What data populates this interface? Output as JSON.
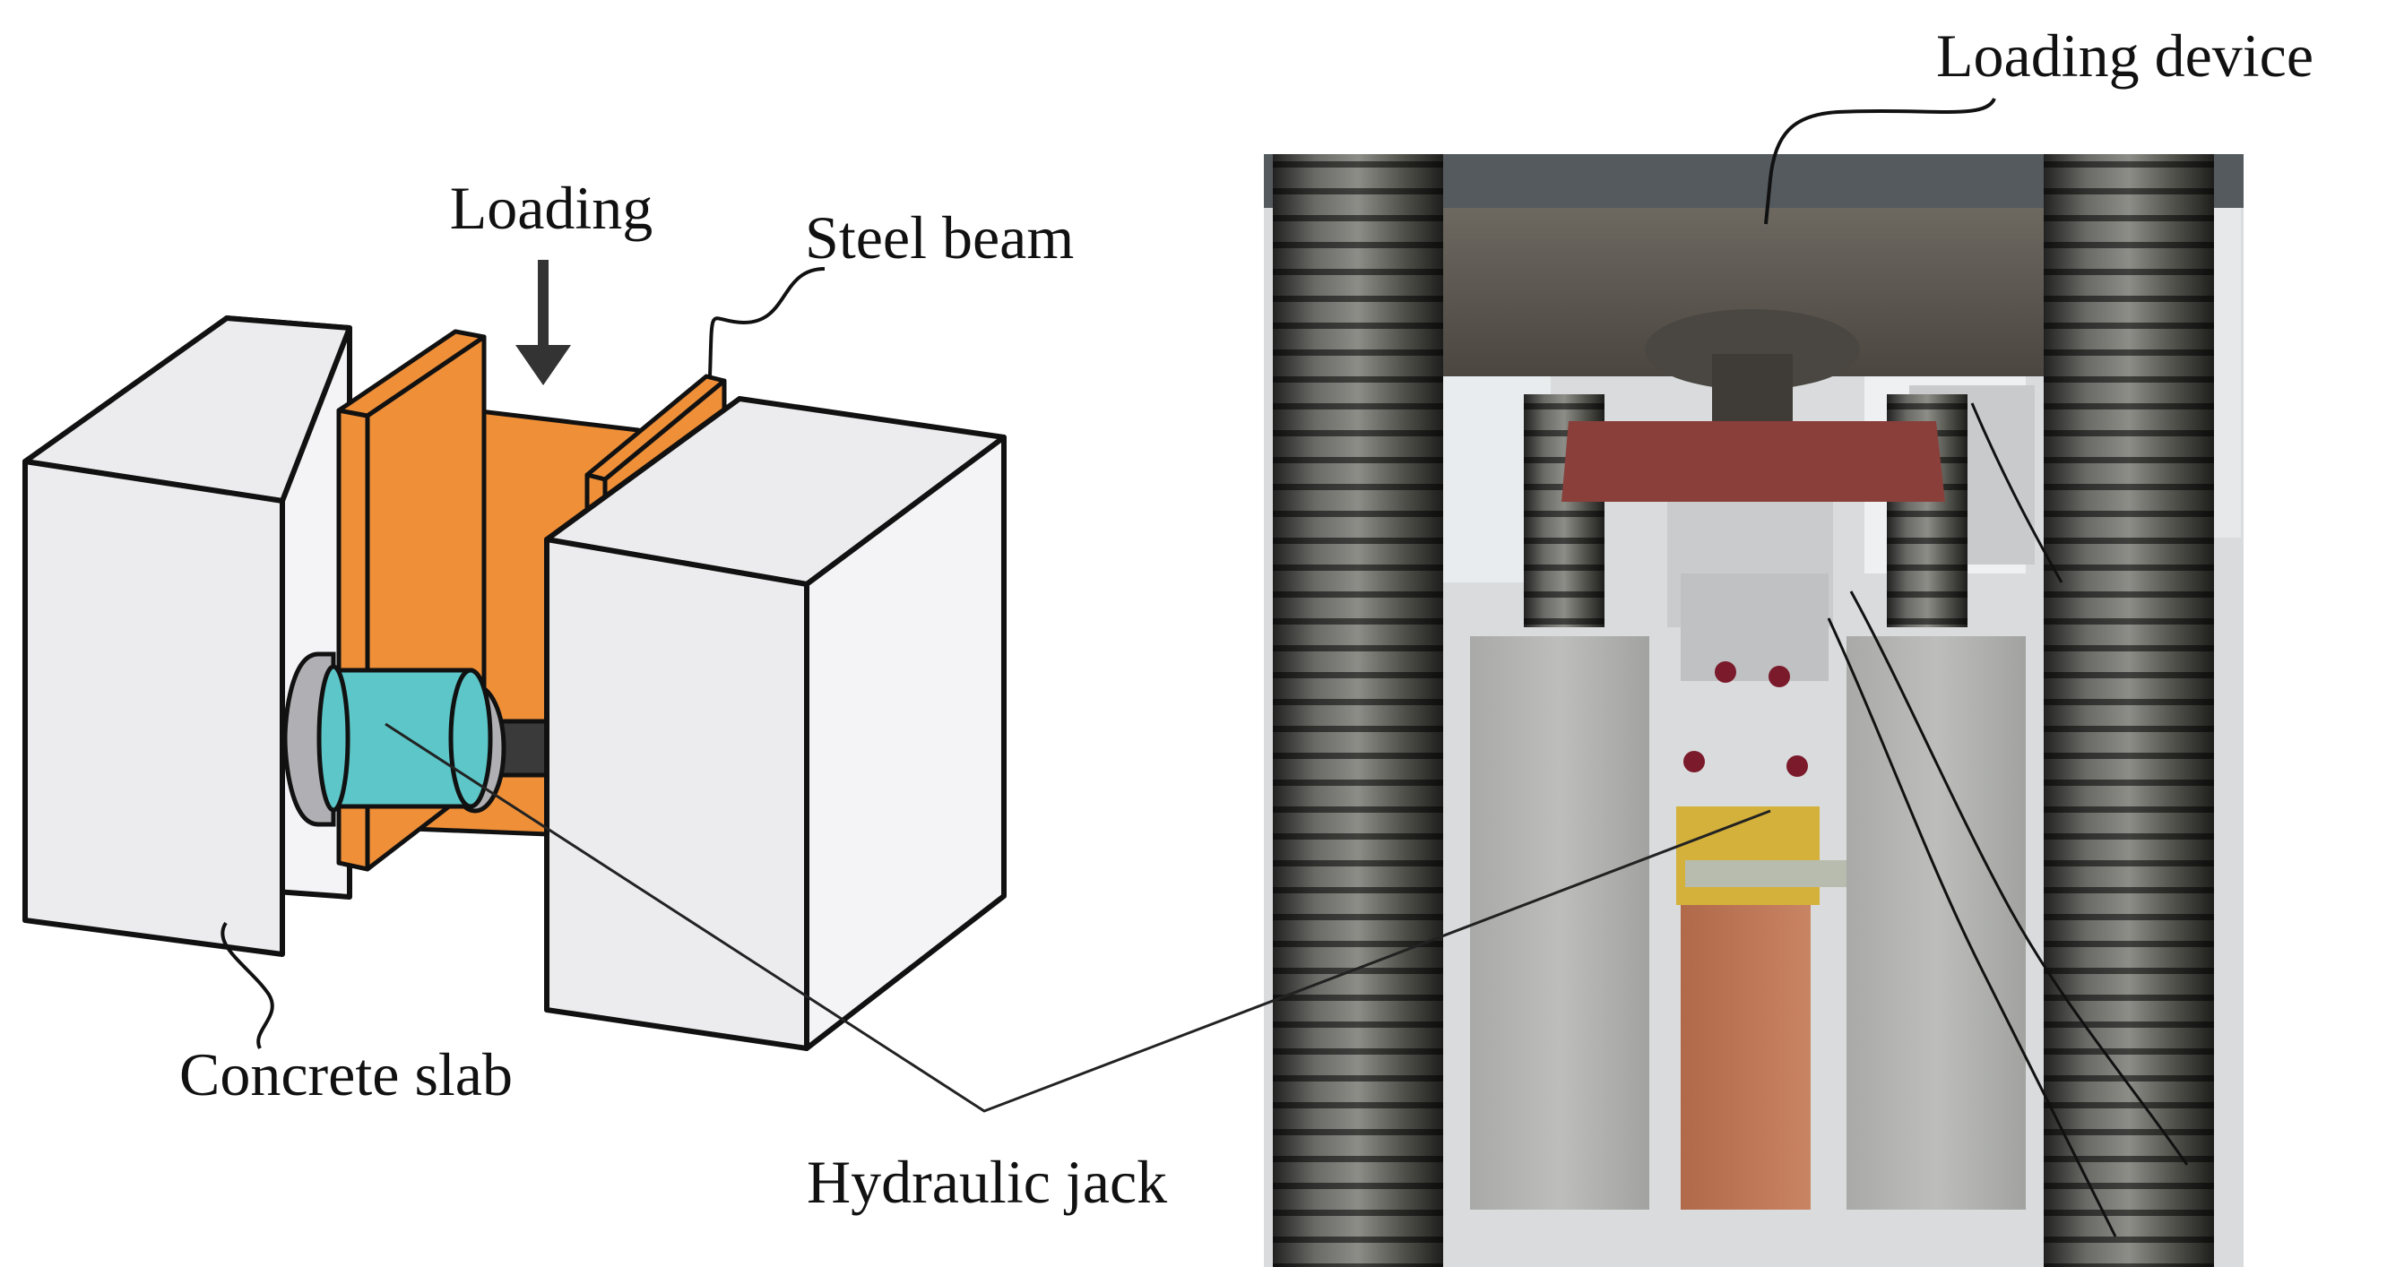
{
  "labels": {
    "loading": "Loading",
    "steel_beam": "Steel beam",
    "concrete_slab": "Concrete slab",
    "hydraulic_jack": "Hydraulic jack",
    "loading_device": "Loading device"
  },
  "colors": {
    "concrete": "#ececee",
    "concrete_side": "#f4f4f6",
    "steel": "#ef8f38",
    "jack_body": "#5cc6c8",
    "jack_cap": "#b0b0b4",
    "outline": "#111111"
  }
}
